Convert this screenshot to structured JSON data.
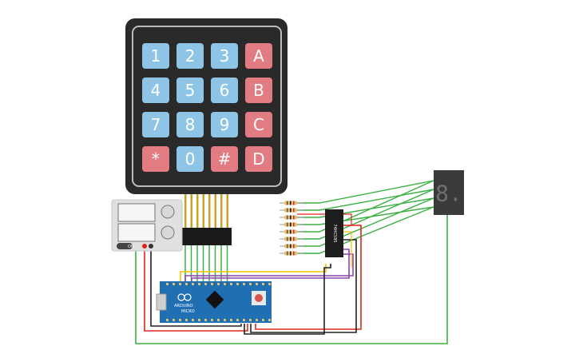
{
  "keypad": {
    "rows": [
      [
        "1",
        "2",
        "3",
        "A"
      ],
      [
        "4",
        "5",
        "6",
        "B"
      ],
      [
        "7",
        "8",
        "9",
        "C"
      ],
      [
        "*",
        "0",
        "#",
        "D"
      ]
    ],
    "digit_color": "#8ec5e6",
    "letter_color": "#e37b82",
    "body_color": "#2a2a2a"
  },
  "power_supply": {
    "switch_label": "ON"
  },
  "shift_register": {
    "chip_label": "74HC595"
  },
  "arduino": {
    "brand_label": "ARDUINO",
    "model_label": "MICRO",
    "board_color": "#1f6fb2"
  },
  "seven_segment": {
    "digit": "8."
  },
  "wire_colors": {
    "green": "#3cb043",
    "red": "#e3231e",
    "black": "#222222",
    "yellow": "#f2c200",
    "purple": "#8e44ad",
    "gray": "#888888"
  }
}
